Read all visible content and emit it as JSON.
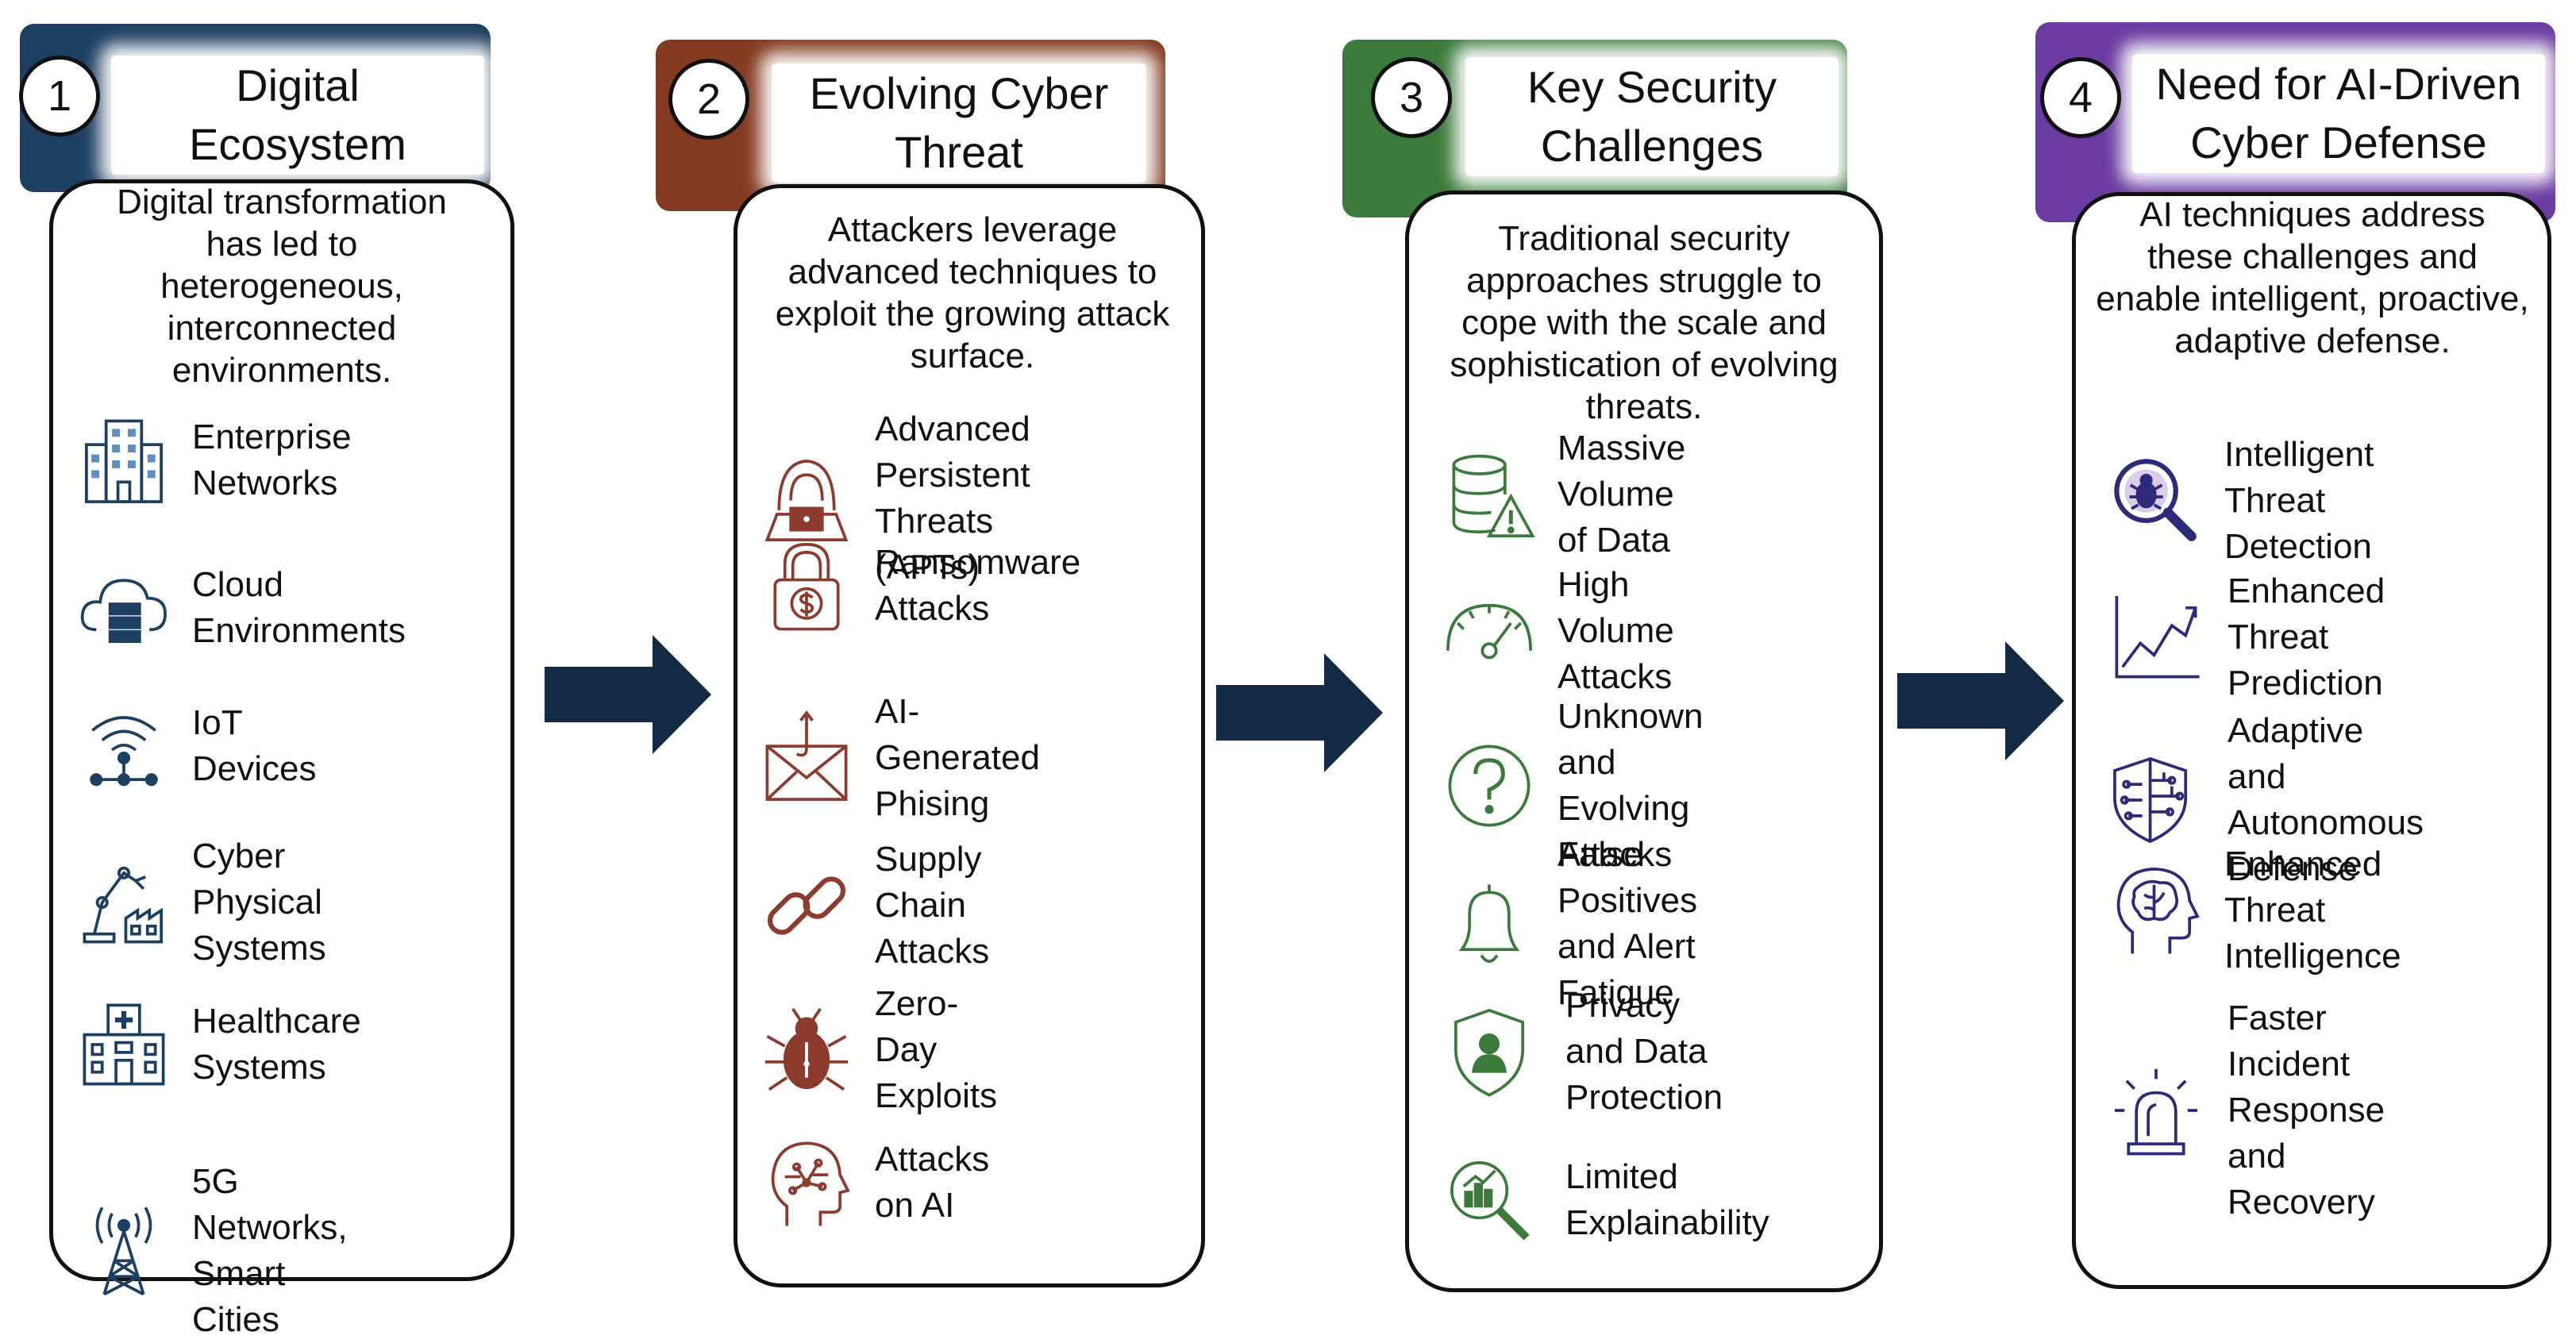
{
  "colors": {
    "col1": "#1d3f61",
    "col2": "#843b22",
    "col3": "#3b7a3b",
    "col4": "#6a3ba0",
    "arrow": "#132a44"
  },
  "columns": [
    {
      "number": "1",
      "title": "Digital\nEcosystem",
      "intro": "Digital transformation has led to heterogeneous, interconnected environments.",
      "items": [
        {
          "label": "Enterprise\nNetworks",
          "icon": "building-icon"
        },
        {
          "label": "Cloud\nEnvironments",
          "icon": "cloud-server-icon"
        },
        {
          "label": "IoT Devices",
          "icon": "iot-wifi-icon"
        },
        {
          "label": "Cyber Physical\nSystems",
          "icon": "robot-arm-factory-icon"
        },
        {
          "label": "Healthcare\nSystems",
          "icon": "hospital-icon"
        },
        {
          "label": "5G Networks,\nSmart Cities",
          "icon": "cell-tower-icon"
        }
      ]
    },
    {
      "number": "2",
      "title": "Evolving Cyber\nThreat",
      "intro": "Attackers leverage advanced techniques to exploit the growing attack surface.",
      "items": [
        {
          "label": "Advanced\nPersistent\nThreats (APTs)",
          "icon": "hacker-icon"
        },
        {
          "label": "Ransomware\nAttacks",
          "icon": "padlock-dollar-icon"
        },
        {
          "label": "AI-Generated\nPhising",
          "icon": "phishing-envelope-icon"
        },
        {
          "label": "Supply Chain\nAttacks",
          "icon": "chain-link-icon"
        },
        {
          "label": "Zero-Day\nExploits",
          "icon": "bug-icon"
        },
        {
          "label": "Attacks on AI",
          "icon": "ai-head-icon"
        }
      ]
    },
    {
      "number": "3",
      "title": "Key Security\nChallenges",
      "intro": "Traditional security approaches struggle to cope with the scale and sophistication of evolving threats.",
      "items": [
        {
          "label": "Massive Volume\nof Data",
          "icon": "database-warning-icon"
        },
        {
          "label": "High Volume\nAttacks",
          "icon": "speedometer-icon"
        },
        {
          "label": "Unknown and\nEvolving Attacks",
          "icon": "question-circle-icon"
        },
        {
          "label": "False Positives\nand Alert Fatigue",
          "icon": "bell-icon"
        },
        {
          "label": "Privacy and Data\nProtection",
          "icon": "shield-user-icon"
        },
        {
          "label": "Limited\nExplainability",
          "icon": "magnifier-chart-icon"
        }
      ]
    },
    {
      "number": "4",
      "title": "Need for AI-Driven\nCyber Defense",
      "intro": "AI techniques address these challenges and enable intelligent, proactive, adaptive defense.",
      "items": [
        {
          "label": "Intelligent Threat\nDetection",
          "icon": "bug-magnifier-icon"
        },
        {
          "label": "Enhanced Threat\nPrediction",
          "icon": "trend-chart-icon"
        },
        {
          "label": "Adaptive and\nAutonomous\nDefense",
          "icon": "circuit-shield-icon"
        },
        {
          "label": "Enhanced Threat\nIntelligence",
          "icon": "brain-head-icon"
        },
        {
          "label": "Faster Incident\nResponse and\nRecovery",
          "icon": "siren-icon"
        }
      ]
    }
  ]
}
